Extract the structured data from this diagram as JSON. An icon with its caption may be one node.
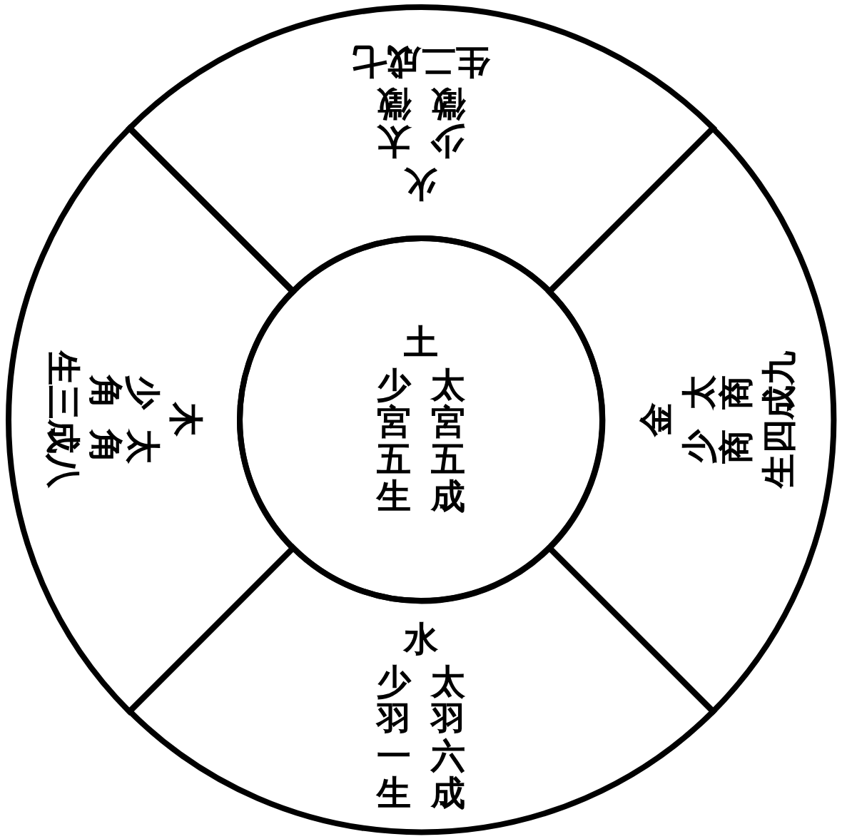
{
  "diagram": {
    "nodes": [
      {
        "text": [
          "火",
          "少徵",
          "太徵",
          "生二成七"
        ]
      },
      {
        "text": [
          "木",
          "少角",
          "太角",
          "生三成八"
        ]
      },
      {
        "text": [
          "金",
          "少商",
          "太商",
          "生四成九"
        ]
      },
      {
        "text": [
          "水",
          "少羽一生",
          "太羽六成"
        ]
      },
      {
        "text": [
          "土",
          "少宮五生",
          "太宮五成"
        ]
      }
    ]
  }
}
